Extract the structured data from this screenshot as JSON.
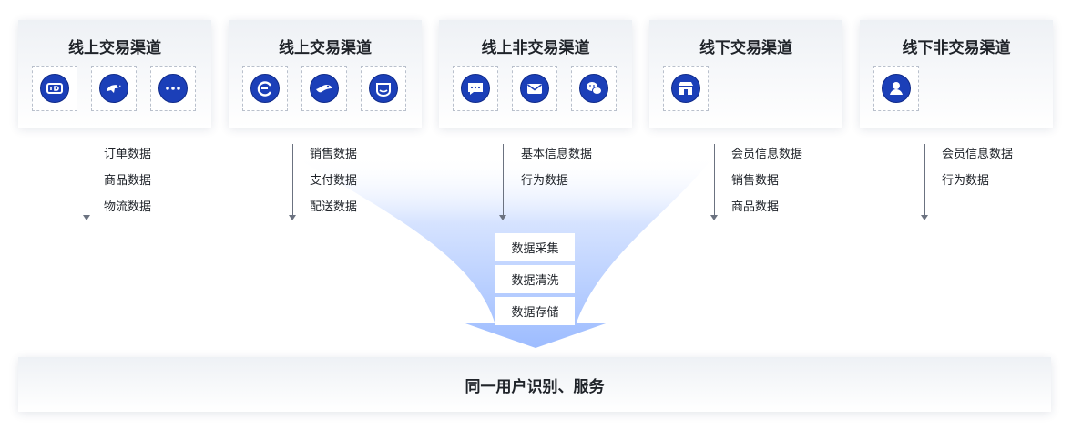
{
  "channels": [
    {
      "title": "线上交易渠道",
      "icons": [
        "jd-icon",
        "tmall-cat-icon",
        "more-icon"
      ],
      "data_items": [
        "订单数据",
        "商品数据",
        "物流数据"
      ]
    },
    {
      "title": "线上交易渠道",
      "icons": [
        "eleme-icon",
        "meituan-icon",
        "pinduoduo-icon"
      ],
      "data_items": [
        "销售数据",
        "支付数据",
        "配送数据"
      ]
    },
    {
      "title": "线上非交易渠道",
      "icons": [
        "chat-icon",
        "mail-icon",
        "wechat-icon"
      ],
      "data_items": [
        "基本信息数据",
        "行为数据"
      ]
    },
    {
      "title": "线下交易渠道",
      "icons": [
        "store-icon"
      ],
      "data_items": [
        "会员信息数据",
        "销售数据",
        "商品数据"
      ]
    },
    {
      "title": "线下非交易渠道",
      "icons": [
        "user-icon"
      ],
      "data_items": [
        "会员信息数据",
        "行为数据"
      ]
    }
  ],
  "processing_steps": [
    "数据采集",
    "数据清洗",
    "数据存储"
  ],
  "foundation": "同一用户识别、服务",
  "colors": {
    "icon_blue": "#1b3fb8",
    "funnel_blue": "#a9c6ff",
    "arrow_gray": "#6b7280"
  }
}
